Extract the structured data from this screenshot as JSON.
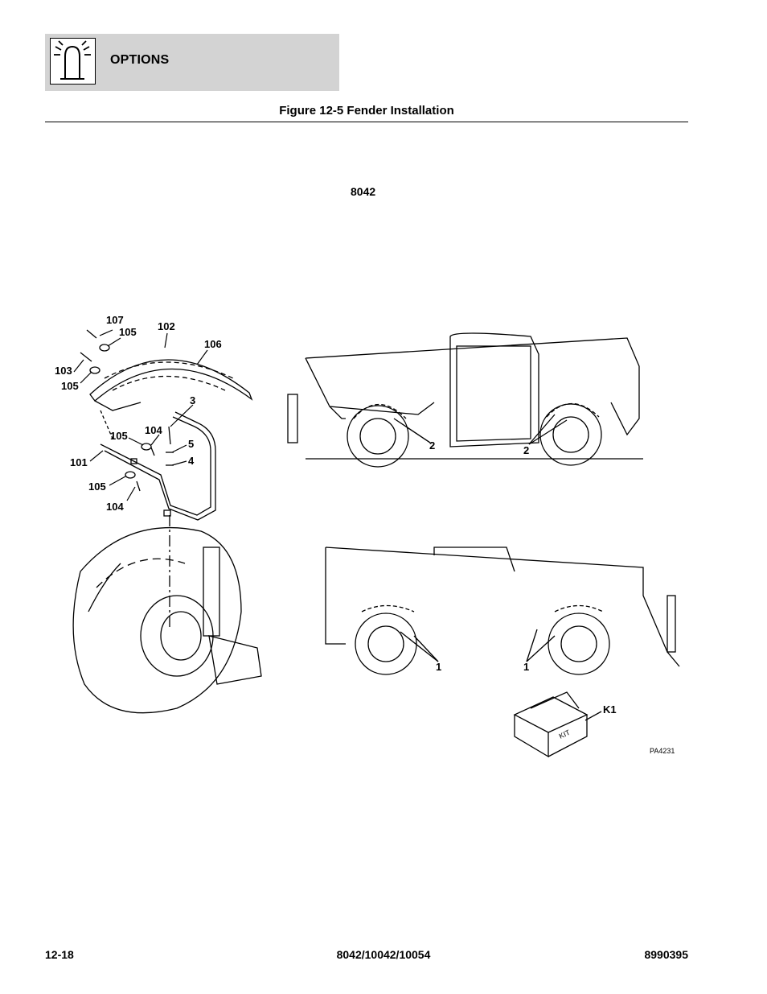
{
  "header": {
    "section_title": "OPTIONS",
    "icon": "beacon-light-icon"
  },
  "figure": {
    "title": "Figure 12-5 Fender Installation",
    "model": "8042",
    "ref_code": "PA4231"
  },
  "callouts": {
    "c107": "107",
    "c105a": "105",
    "c102": "102",
    "c106": "106",
    "c103": "103",
    "c105b": "105",
    "c3": "3",
    "c104a": "104",
    "c105c": "105",
    "c5": "5",
    "c4": "4",
    "c101": "101",
    "c105d": "105",
    "c104b": "104",
    "c2a": "2",
    "c2b": "2",
    "c1a": "1",
    "c1b": "1",
    "ck1": "K1",
    "kit_text": "KIT"
  },
  "footer": {
    "page": "12-18",
    "models": "8042/10042/10054",
    "doc_number": "8990395"
  }
}
